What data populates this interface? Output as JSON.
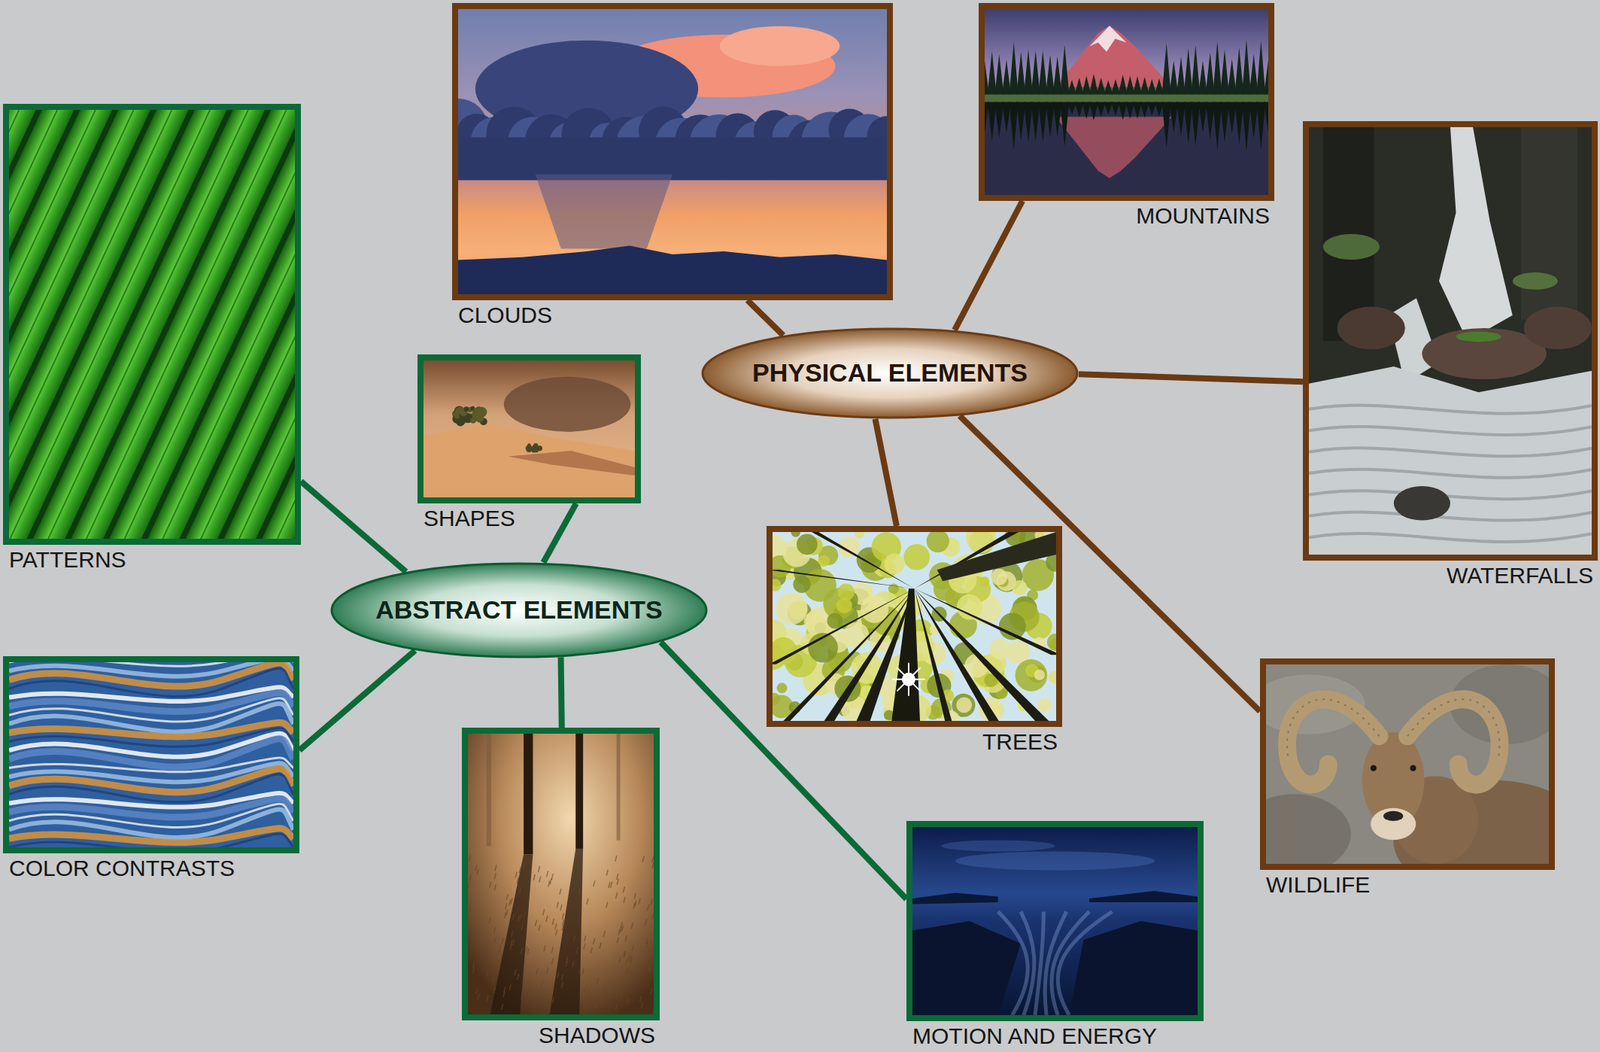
{
  "diagram": {
    "nodes": [
      {
        "text": [
          "PHYSICAL ELEMENTS"
        ]
      },
      {
        "text": [
          "CLOUDS"
        ]
      },
      {
        "text": [
          "MOUNTAINS"
        ]
      },
      {
        "text": [
          "WATERFALLS"
        ]
      },
      {
        "text": [
          "TREES"
        ]
      },
      {
        "text": [
          "WILDLIFE"
        ]
      },
      {
        "text": [
          "ABSTRACT ELEMENTS"
        ]
      },
      {
        "text": [
          "PATTERNS"
        ]
      },
      {
        "text": [
          "SHAPES"
        ]
      },
      {
        "text": [
          "COLOR CONTRASTS"
        ]
      },
      {
        "text": [
          "SHADOWS"
        ]
      },
      {
        "text": [
          "MOTION AND ENERGY"
        ]
      }
    ],
    "edges": [
      {
        "from": 0,
        "to": 1,
        "arrow": "none"
      },
      {
        "from": 0,
        "to": 2,
        "arrow": "none"
      },
      {
        "from": 0,
        "to": 3,
        "arrow": "none"
      },
      {
        "from": 0,
        "to": 4,
        "arrow": "none"
      },
      {
        "from": 0,
        "to": 5,
        "arrow": "none"
      },
      {
        "from": 6,
        "to": 7,
        "arrow": "none"
      },
      {
        "from": 6,
        "to": 8,
        "arrow": "none"
      },
      {
        "from": 6,
        "to": 9,
        "arrow": "none"
      },
      {
        "from": 6,
        "to": 10,
        "arrow": "none"
      },
      {
        "from": 6,
        "to": 11,
        "arrow": "none"
      }
    ]
  }
}
